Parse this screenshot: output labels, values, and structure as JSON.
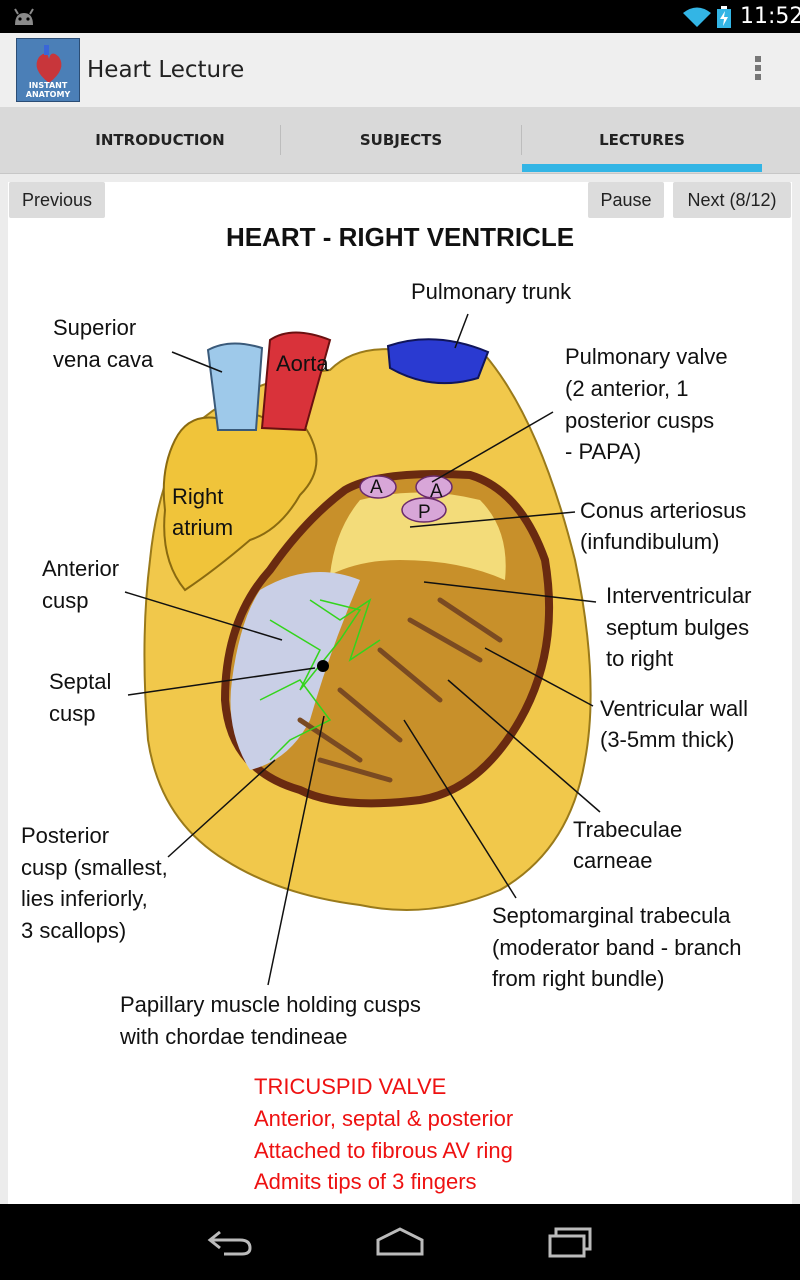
{
  "status_bar": {
    "time": "11:52"
  },
  "action_bar": {
    "title": "Heart Lecture",
    "app_icon_text": "INSTANT ANATOMY"
  },
  "tabs": [
    {
      "label": "INTRODUCTION"
    },
    {
      "label": "SUBJECTS"
    },
    {
      "label": "LECTURES",
      "selected": true
    }
  ],
  "controls": {
    "previous": "Previous",
    "pause": "Pause",
    "next": "Next (8/12)"
  },
  "diagram": {
    "title": "HEART - RIGHT VENTRICLE",
    "labels": {
      "pulmonary_trunk": "Pulmonary trunk",
      "svc_1": "Superior",
      "svc_2": "vena cava",
      "aorta": "Aorta",
      "pv_1": "Pulmonary valve",
      "pv_2": "(2 anterior, 1",
      "pv_3": "posterior cusps",
      "pv_4": "- PAPA)",
      "ra_1": "Right",
      "ra_2": "atrium",
      "cusp_a": "A",
      "cusp_p": "P",
      "ca_1": "Conus arteriosus",
      "ca_2": "(infundibulum)",
      "ant_1": "Anterior",
      "ant_2": "cusp",
      "iv_1": "Interventricular",
      "iv_2": "septum bulges",
      "iv_3": "to right",
      "sep_1": "Septal",
      "sep_2": "cusp",
      "vw_1": "Ventricular wall",
      "vw_2": "(3-5mm thick)",
      "tc_1": "Trabeculae",
      "tc_2": "carneae",
      "post_1": "Posterior",
      "post_2": "cusp (smallest,",
      "post_3": "lies inferiorly,",
      "post_4": "3 scallops)",
      "smt_1": "Septomarginal trabecula",
      "smt_2": "(moderator band - branch",
      "smt_3": "from right bundle)",
      "pm_1": "Papillary muscle holding cusps",
      "pm_2": "with chordae tendineae"
    },
    "notes": [
      "TRICUSPID VALVE",
      "Anterior, septal & posterior",
      "Attached to fibrous AV ring",
      "Admits tips of 3 fingers"
    ]
  },
  "colors": {
    "tab_indicator": "#33b5e5",
    "heart_yellow": "#f1c84b",
    "note_red": "#ee1111",
    "vena_cava_blue": "#9ec9ea",
    "aorta_red": "#d9323a",
    "pulmonary_blue": "#2a3ad1",
    "chordae_green": "#33d41c"
  }
}
